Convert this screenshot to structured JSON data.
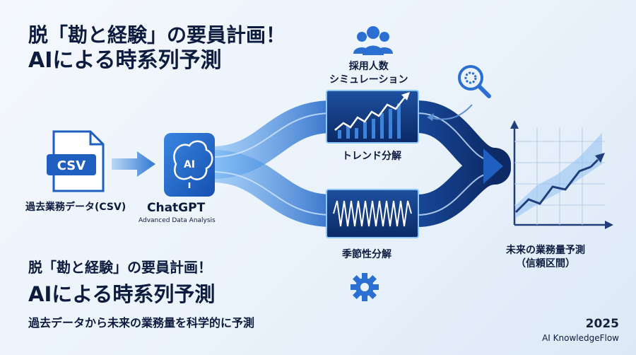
{
  "title": {
    "line1": "脱「勘と経験」の要員計画！",
    "line2": "AIによる時系列予測"
  },
  "bottom_title": {
    "line1": "脱「勘と経験」の要員計画！",
    "line2": "AIによる時系列予測",
    "subtitle": "過去データから未来の業務量を科学的に予測"
  },
  "nodes": {
    "csv_badge": "CSV",
    "csv_label": "過去業務データ(CSV)",
    "ai_badge": "AI",
    "chatgpt_title": "ChatGPT",
    "chatgpt_sub": "Advanced Data Analysis",
    "sim_line1": "採用人数",
    "sim_line2": "シミュレーション",
    "trend_label": "トレンド分解",
    "season_label": "季節性分解",
    "future_line1": "未来の業務量予測",
    "future_line2": "（信頼区間）"
  },
  "footer": {
    "year": "2025",
    "brand": "AI KnowledgeFlow"
  },
  "colors": {
    "primary": "#1f5fbf",
    "dark": "#0d2a66",
    "light": "#6fb3f5",
    "text": "#0d1b3e"
  },
  "icons": [
    "document-icon",
    "ai-brain-icon",
    "users-icon",
    "magnifier-gear-icon",
    "gear-icon",
    "line-chart-icon",
    "wave-icon",
    "forecast-chart-icon"
  ]
}
